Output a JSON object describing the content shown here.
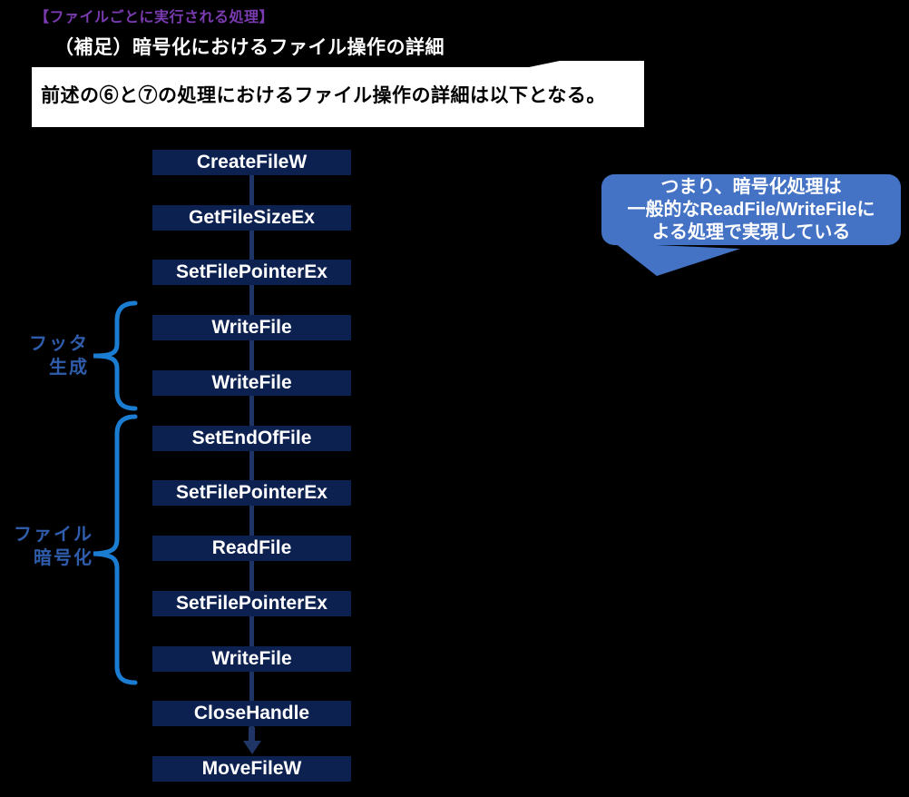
{
  "header": {
    "tag": "【ファイルごとに実行される処理】",
    "title": "（補足）暗号化におけるファイル操作の詳細",
    "description": "前述の⑥と⑦の処理におけるファイル操作の詳細は以下となる。"
  },
  "flowchart": {
    "steps": [
      "CreateFileW",
      "GetFileSizeEx",
      "SetFilePointerEx",
      "WriteFile",
      "WriteFile",
      "SetEndOfFile",
      "SetFilePointerEx",
      "ReadFile",
      "SetFilePointerEx",
      "WriteFile",
      "CloseHandle",
      "MoveFileW"
    ],
    "final_connector": "arrow-down"
  },
  "groups": [
    {
      "lines": [
        "フッタ",
        "生成"
      ],
      "covers": [
        "WriteFile",
        "WriteFile"
      ]
    },
    {
      "lines": [
        "ファイル",
        "暗号化"
      ],
      "covers": [
        "SetEndOfFile",
        "SetFilePointerEx",
        "ReadFile",
        "SetFilePointerEx",
        "WriteFile"
      ]
    }
  ],
  "callout": {
    "lines": [
      "つまり、暗号化処理は",
      "一般的なReadFile/WriteFileに",
      "よる処理で実現している"
    ]
  },
  "colors": {
    "background": "#000000",
    "tag_purple": "#7a3ab0",
    "box_navy": "#0d2150",
    "connector_navy": "#1e3566",
    "brace_blue": "#1b7dd1",
    "label_blue": "#2f5dab",
    "callout_blue": "#4472c4",
    "text_white": "#ffffff",
    "text_black": "#000000"
  }
}
